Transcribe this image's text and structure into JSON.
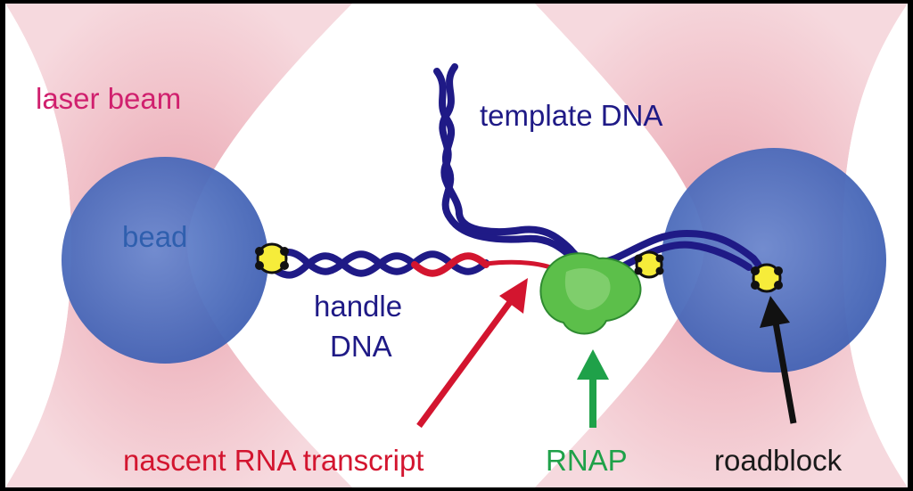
{
  "labels": {
    "laser_beam": "laser beam",
    "bead": "bead",
    "template_dna": "template DNA",
    "handle_dna_line1": "handle",
    "handle_dna_line2": "DNA",
    "nascent_rna": "nascent RNA transcript",
    "rnap": "RNAP",
    "roadblock": "roadblock"
  },
  "colors": {
    "laser": "#f2c4cc",
    "laser_label": "#d0206e",
    "bead": "#4c6fbf",
    "bead_label": "#2f5fae",
    "dna": "#1f1a86",
    "rna": "#d3152f",
    "rnap": "#5cbf4a",
    "rnap_label": "#1fa149",
    "roadblock": "#f6ec3a",
    "text_dark": "#1a1a1a",
    "frame": "#000000"
  }
}
